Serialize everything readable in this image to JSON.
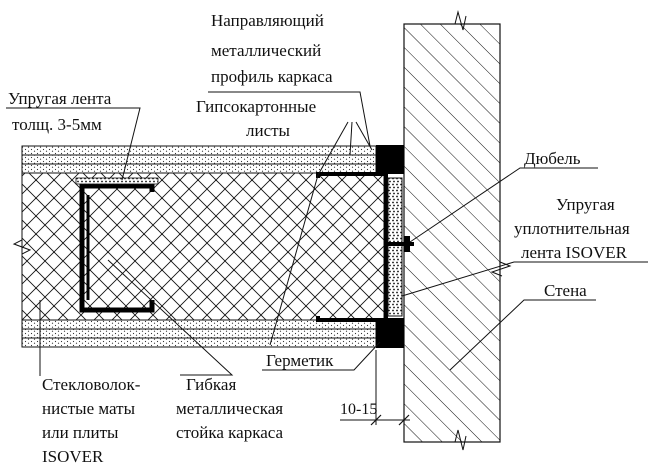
{
  "labels": {
    "guide_profile": [
      "Направляющий",
      "металлический",
      "профиль каркаса"
    ],
    "elastic_tape": [
      "Упругая лента",
      "толщ. 3-5мм"
    ],
    "gypsum_sheets": [
      "Гипсокартонные",
      "листы"
    ],
    "dowel": "Дюбель",
    "sealing_tape": [
      "Упругая",
      "уплотнительная",
      "лента ISOVER"
    ],
    "wall": "Стена",
    "sealant": "Герметик",
    "glass_mats": [
      "Стекловолок-",
      "нистые маты",
      "или плиты",
      "ISOVER"
    ],
    "flexible_stud": [
      "Гибкая",
      "металлическая",
      "стойка каркаса"
    ],
    "gap_dimension": "10-15"
  },
  "colors": {
    "line": "#111111",
    "background": "#ffffff",
    "profile": "#000000"
  }
}
